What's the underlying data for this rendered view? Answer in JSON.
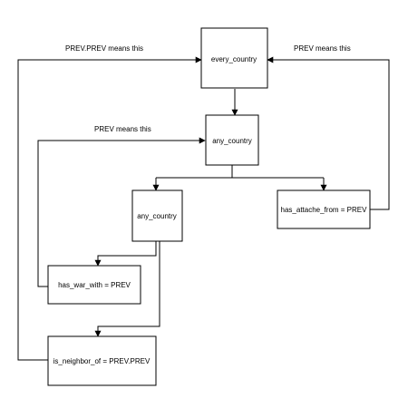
{
  "diagram": {
    "nodes": {
      "every_country": "every_country",
      "any_country_1": "any_country",
      "any_country_2": "any_country",
      "has_attache_from": "has_attache_from = PREV",
      "has_war_with": "has_war_with = PREV",
      "is_neighbor_of": "is_neighbor_of = PREV.PREV"
    },
    "labels": {
      "prev_prev_means_this": "PREV.PREV means this",
      "prev_means_this_right": "PREV means this",
      "prev_means_this_left": "PREV means this"
    }
  }
}
